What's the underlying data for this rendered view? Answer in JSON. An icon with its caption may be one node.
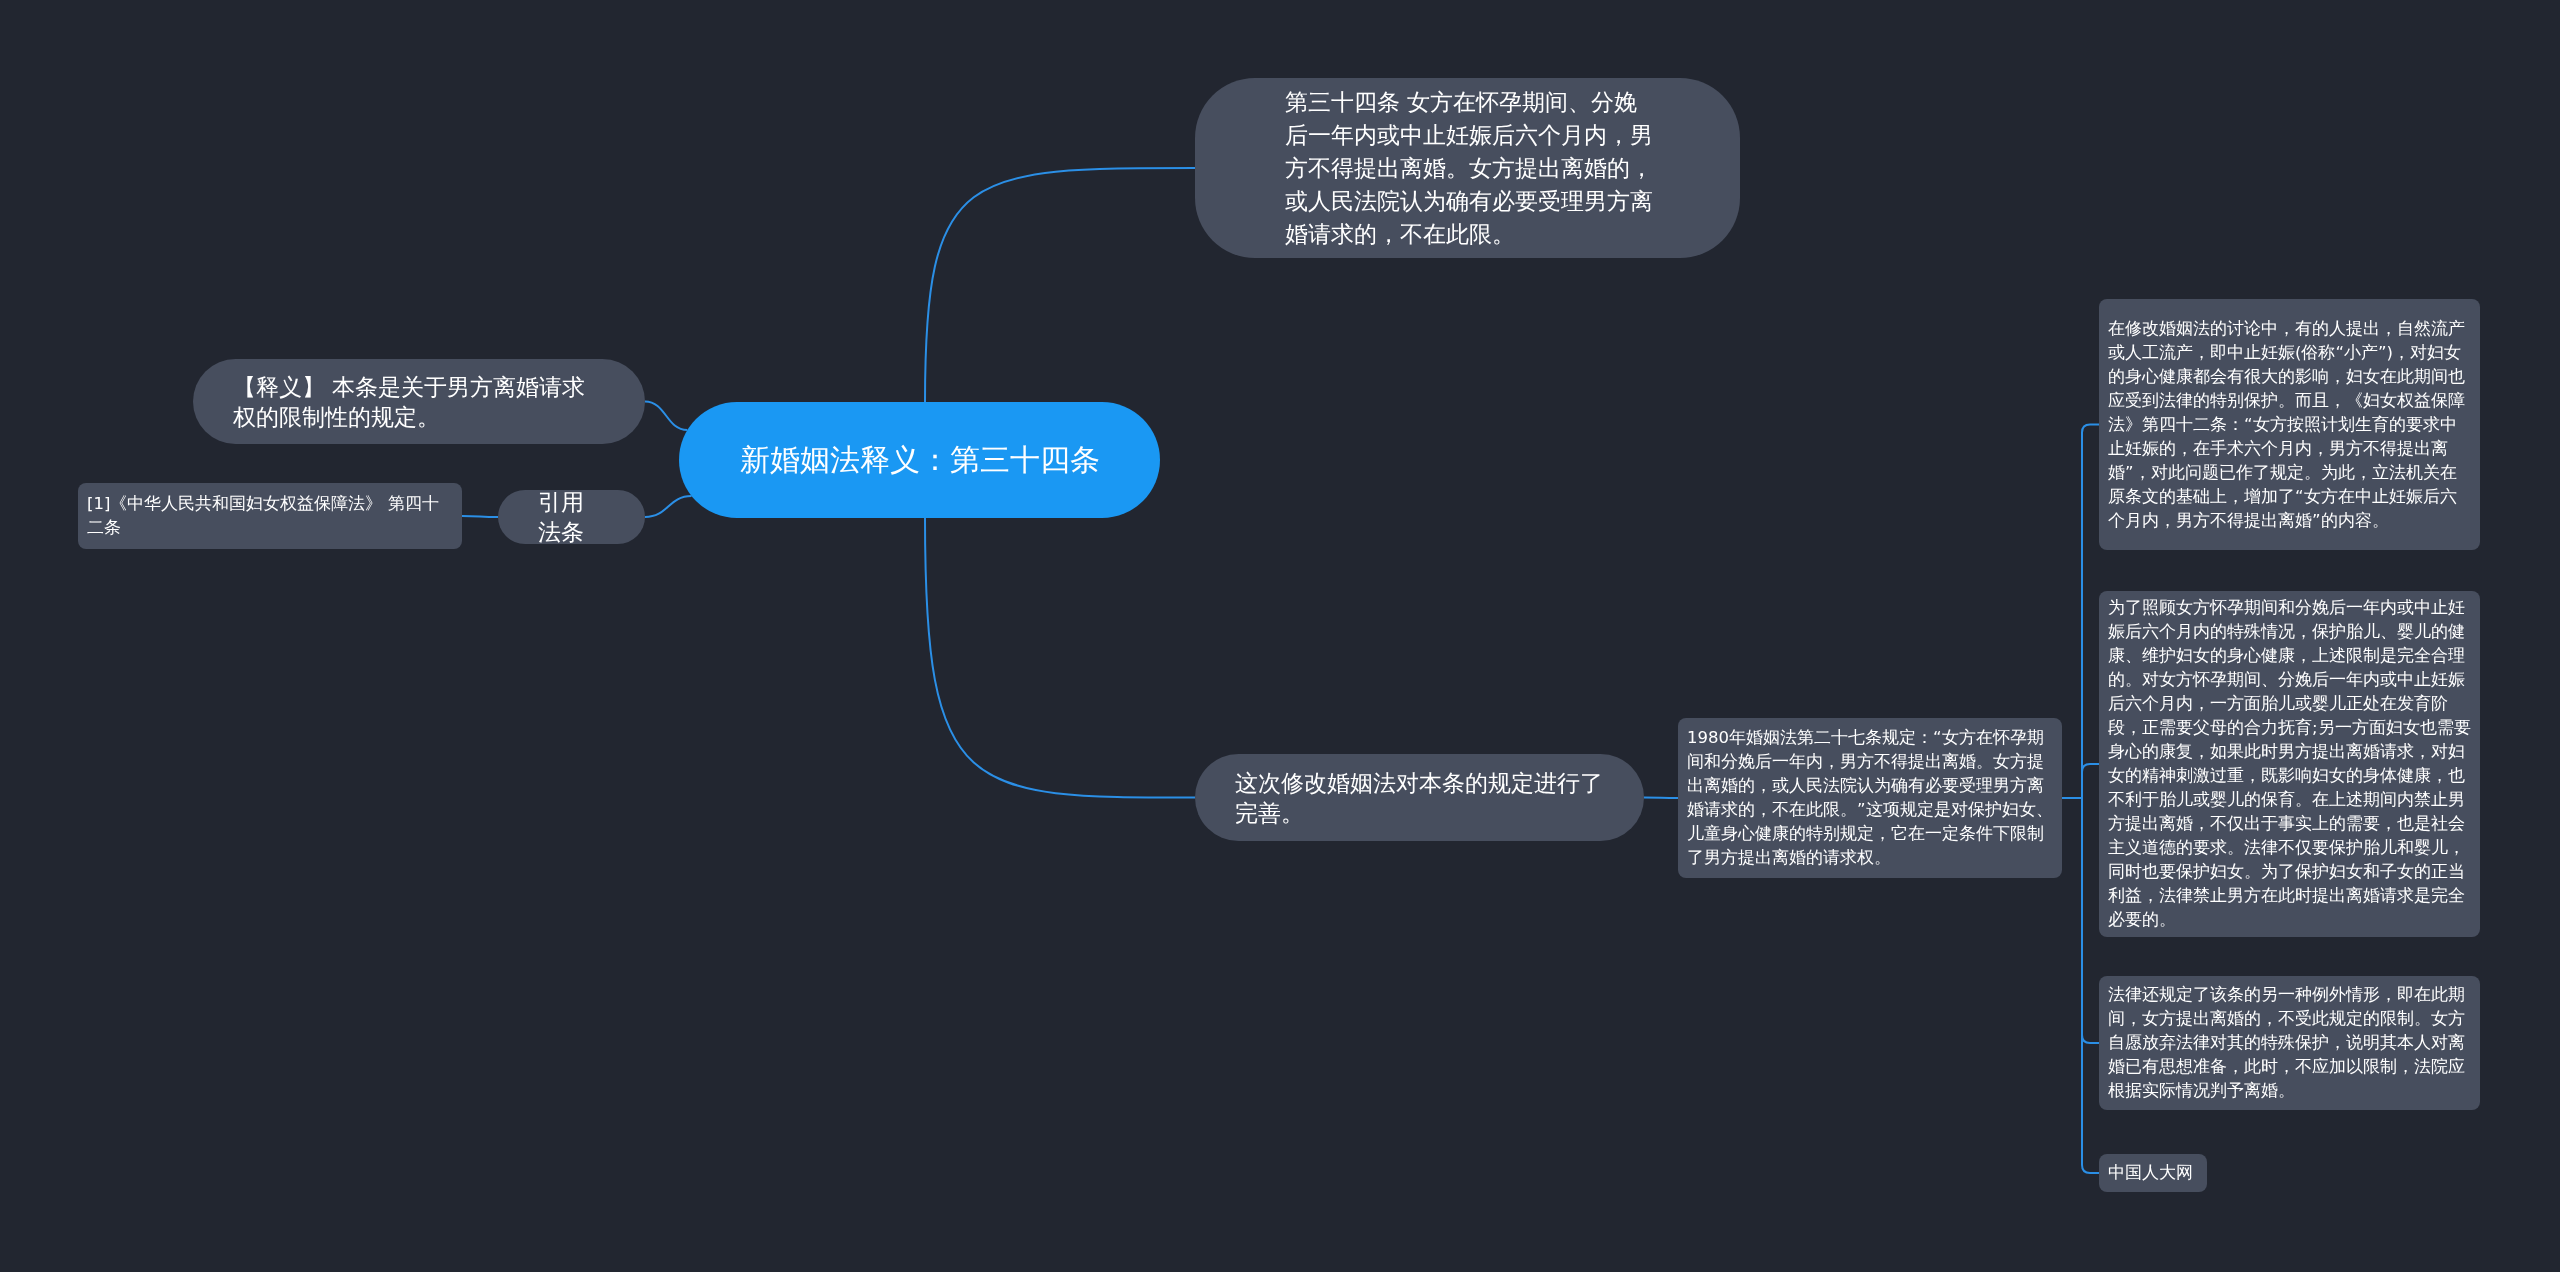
{
  "diagram": {
    "nodes": [
      {
        "text": [
          "新婚姻法释义：第三十四条"
        ]
      },
      {
        "text": [
          "第三十四条 女方在怀孕期间、分娩后一年内或中止妊娠后六个月内，男方不得提出离婚。女方提出离婚的，或人民法院认为确有必要受理男方离婚请求的，不在此限。"
        ]
      },
      {
        "text": [
          "【释义】 本条是关于男方离婚请求权的限制性的规定。"
        ]
      },
      {
        "text": [
          "引用法条"
        ]
      },
      {
        "text": [
          "[1]《中华人民共和国妇女权益保障法》 第四十二条"
        ]
      },
      {
        "text": [
          "这次修改婚姻法对本条的规定进行了完善。"
        ]
      },
      {
        "text": [
          "1980年婚姻法第二十七条规定：“女方在怀孕期间和分娩后一年内，男方不得提出离婚。女方提出离婚的，或人民法院认为确有必要受理男方离婚请求的，不在此限。”这项规定是对保护妇女、儿童身心健康的特别规定，它在一定条件下限制了男方提出离婚的请求权。"
        ]
      },
      {
        "text": [
          "在修改婚姻法的讨论中，有的人提出，自然流产或人工流产，即中止妊娠(俗称“小产”)，对妇女的身心健康都会有很大的影响，妇女在此期间也应受到法律的特别保护。而且，《妇女权益保障法》第四十二条：“女方按照计划生育的要求中止妊娠的，在手术六个月内，男方不得提出离婚”，对此问题已作了规定。为此，立法机关在原条文的基础上，增加了“女方在中止妊娠后六个月内，男方不得提出离婚”的内容。"
        ]
      },
      {
        "text": [
          "为了照顾女方怀孕期间和分娩后一年内或中止妊娠后六个月内的特殊情况，保护胎儿、婴儿的健康、维护妇女的身心健康，上述限制是完全合理的。对女方怀孕期间、分娩后一年内或中止妊娠后六个月内，一方面胎儿或婴儿正处在发育阶段，正需要父母的合力抚育;另一方面妇女也需要身心的康复，如果此时男方提出离婚请求，对妇女的精神刺激过重，既影响妇女的身体健康，也不利于胎儿或婴儿的保育。在上述期间内禁止男方提出离婚，不仅出于事实上的需要，也是社会主义道德的要求。法律不仅要保护胎儿和婴儿，同时也要保护妇女。为了保护妇女和子女的正当利益，法律禁止男方在此时提出离婚请求是完全必要的。"
        ]
      },
      {
        "text": [
          "法律还规定了该条的另一种例外情形，即在此期间，女方提出离婚的，不受此规定的限制。女方自愿放弃法律对其的特殊保护，说明其本人对离婚已有思想准备，此时，不应加以限制，法院应根据实际情况判予离婚。"
        ]
      },
      {
        "text": [
          "中国人大网"
        ]
      }
    ],
    "edges": [
      {
        "from": 0,
        "to": 1,
        "arrow": "none"
      },
      {
        "from": 0,
        "to": 2,
        "arrow": "none"
      },
      {
        "from": 0,
        "to": 3,
        "arrow": "none"
      },
      {
        "from": 3,
        "to": 4,
        "arrow": "none"
      },
      {
        "from": 0,
        "to": 5,
        "arrow": "none"
      },
      {
        "from": 5,
        "to": 6,
        "arrow": "none"
      },
      {
        "from": 6,
        "to": 7,
        "arrow": "none"
      },
      {
        "from": 6,
        "to": 8,
        "arrow": "none"
      },
      {
        "from": 6,
        "to": 9,
        "arrow": "none"
      },
      {
        "from": 6,
        "to": 10,
        "arrow": "none"
      }
    ]
  }
}
